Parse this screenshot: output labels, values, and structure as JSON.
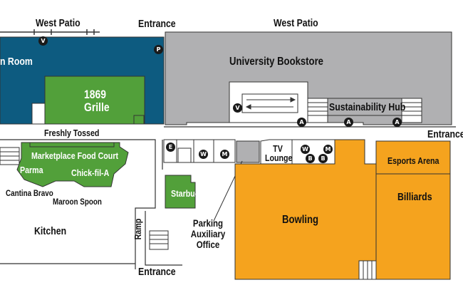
{
  "colors": {
    "meeting_room": "#0d5b80",
    "dining": "#52a03a",
    "bookstore": "#b0b0b2",
    "recreation": "#f5a31e",
    "wall": "#333333",
    "badge": "#1a1a1a"
  },
  "labels": {
    "west_patio_left": "West Patio",
    "west_patio_right": "West Patio",
    "entrance_top": "Entrance",
    "entrance_right": "Entrance",
    "entrance_bottom": "Entrance",
    "room": "n Room",
    "grille_line1": "1869",
    "grille_line2": "Grille",
    "bookstore": "University Bookstore",
    "sustainability": "Sustainability Hub",
    "freshly_tossed": "Freshly Tossed",
    "food_court": "Marketplace Food Court",
    "parma": "Parma",
    "chickfila": "Chick-fil-A",
    "cantina": "Cantina Bravo",
    "maroon_spoon": "Maroon Spoon",
    "kitchen": "Kitchen",
    "ramp": "Ramp",
    "starbucks": "Starbucks",
    "parking_line1": "Parking",
    "parking_line2": "Auxiliary",
    "parking_line3": "Office",
    "tv_line1": "TV",
    "tv_line2": "Lounge",
    "esports": "Esports Arena",
    "billiards": "Billiards",
    "bowling": "Bowling"
  },
  "icons": {
    "v": "V",
    "p": "P",
    "a": "A",
    "e": "E",
    "w": "W",
    "m": "M",
    "b": "B"
  }
}
